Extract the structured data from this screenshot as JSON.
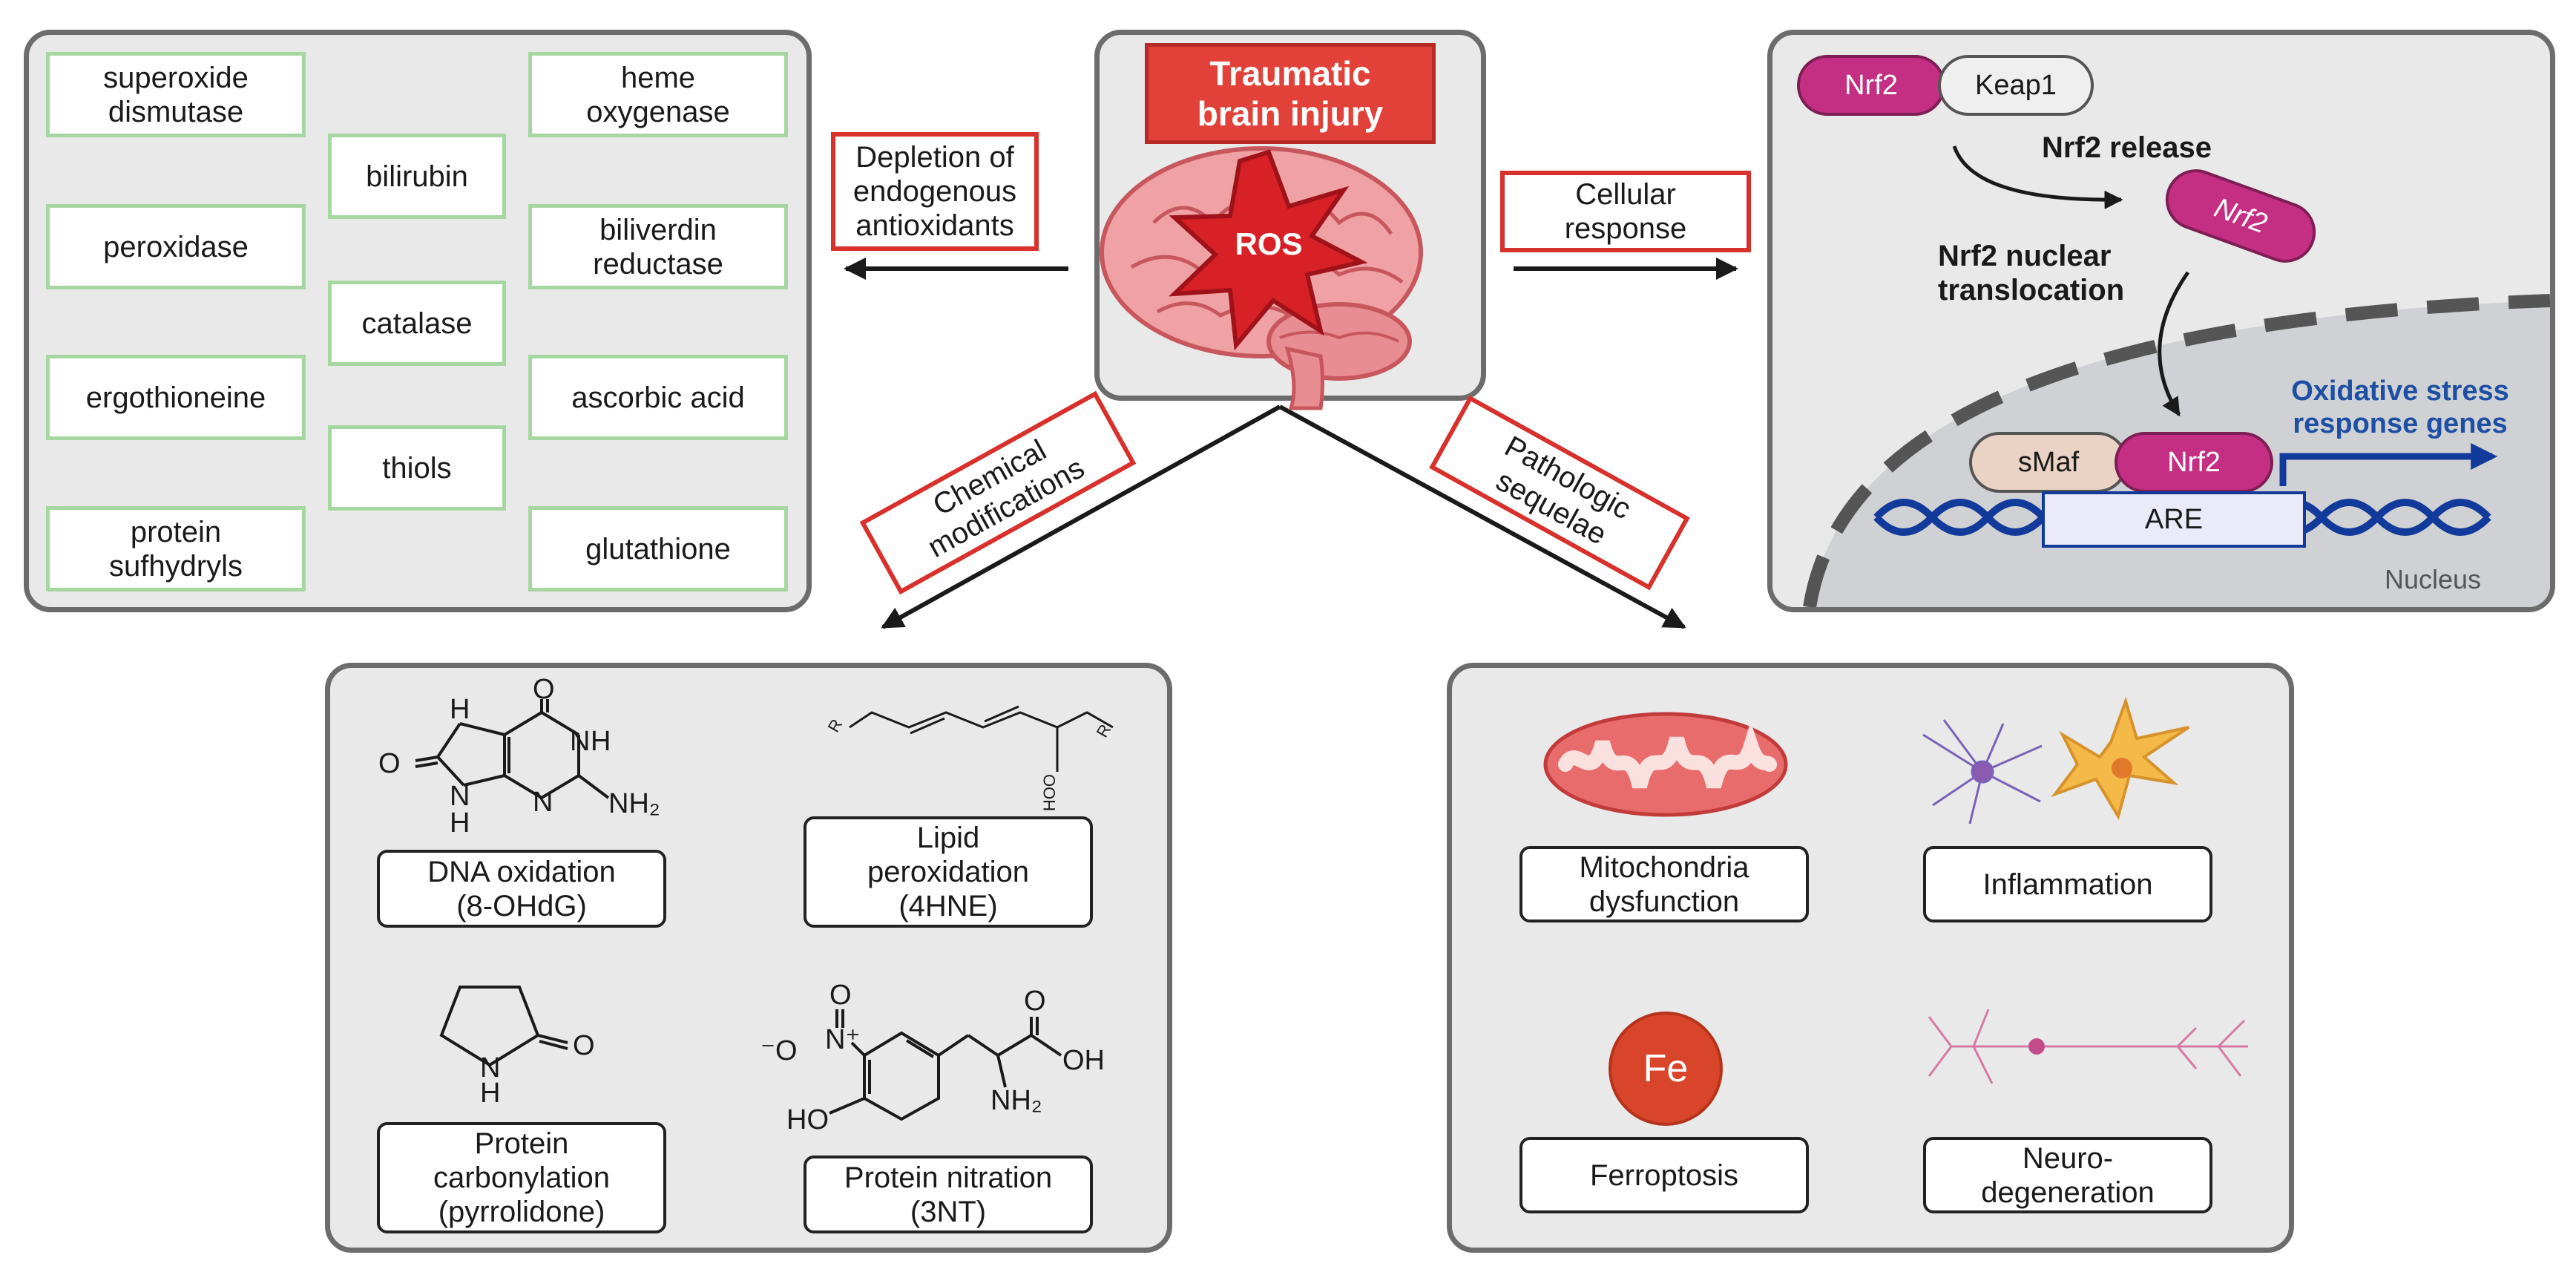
{
  "center": {
    "title": "Traumatic\nbrain injury",
    "ros": "ROS"
  },
  "arrow_labels": {
    "depletion": "Depletion of\nendogenous\nantioxidants",
    "cellular": "Cellular\nresponse",
    "chemical": "Chemical\nmodifications",
    "pathologic": "Pathologic\nsequelae"
  },
  "antioxidants": [
    "superoxide\ndismutase",
    "peroxidase",
    "ergothioneine",
    "protein\nsufhydryls",
    "bilirubin",
    "catalase",
    "thiols",
    "heme\noxygenase",
    "biliverdin\nreductase",
    "ascorbic acid",
    "glutathione"
  ],
  "nrf2_panel": {
    "nrf2": "Nrf2",
    "keap1": "Keap1",
    "release": "Nrf2 release",
    "nuclear_translocation": "Nrf2 nuclear\ntranslocation",
    "smaf": "sMaf",
    "are": "ARE",
    "genes": "Oxidative stress\nresponse genes",
    "nucleus": "Nucleus",
    "colors": {
      "nrf2": "#c42f84",
      "genes_text": "#1e4fa3",
      "dna": "#123a9a"
    }
  },
  "chemical_panel": {
    "dna_oxidation": "DNA oxidation\n(8-OHdG)",
    "lipid_peroxidation": "Lipid\nperoxidation\n(4HNE)",
    "protein_carbonylation": "Protein\ncarbonylation\n(pyrrolidone)",
    "protein_nitration": "Protein nitration\n(3NT)",
    "chem": {
      "h": "H",
      "o": "O",
      "n": "N",
      "nh2": "NH₂",
      "r": "R",
      "hoo": "HOO",
      "oh": "OH",
      "ho": "HO",
      "o_minus": "⁻O",
      "n_plus": "N⁺"
    }
  },
  "pathologic_panel": {
    "mito": "Mitochondria\ndysfunction",
    "inflammation": "Inflammation",
    "ferroptosis": "Ferroptosis",
    "fe": "Fe",
    "neuro": "Neuro-\ndegeneration"
  }
}
